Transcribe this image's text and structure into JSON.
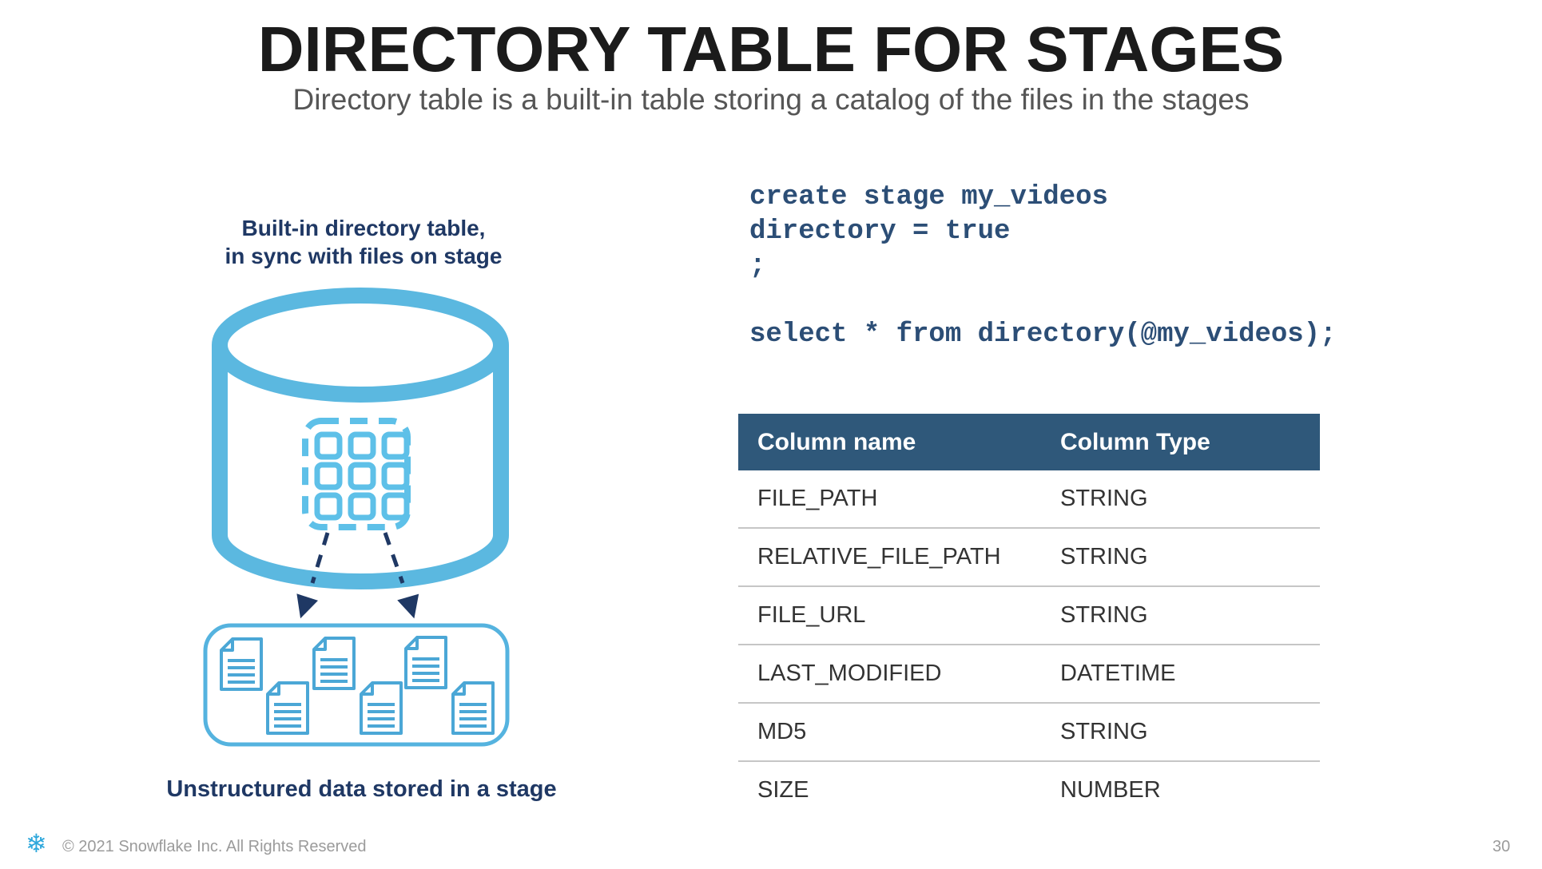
{
  "slide": {
    "title": "DIRECTORY TABLE FOR STAGES",
    "subtitle": "Directory table is a built-in table storing a catalog of the files in the stages"
  },
  "diagram": {
    "label_line1": "Built-in directory table,",
    "label_line2": "in sync with files on stage",
    "caption": "Unstructured data stored in a stage",
    "icons": [
      "database-cylinder-icon",
      "directory-grid-icon",
      "sync-arrow-icon",
      "stage-files-box",
      "file-document-icon"
    ],
    "colors": {
      "diagram_blue": "#5BB8E0",
      "file_blue": "#4BA7D6",
      "navy": "#1F3864"
    }
  },
  "code": {
    "text": "create stage my_videos\ndirectory = true\n;\n\nselect * from directory(@my_videos);",
    "color": "#2C4E76"
  },
  "table": {
    "headers": [
      "Column name",
      "Column Type"
    ],
    "rows": [
      {
        "name": "FILE_PATH",
        "type": "STRING"
      },
      {
        "name": "RELATIVE_FILE_PATH",
        "type": "STRING"
      },
      {
        "name": "FILE_URL",
        "type": "STRING"
      },
      {
        "name": "LAST_MODIFIED",
        "type": "DATETIME"
      },
      {
        "name": "MD5",
        "type": "STRING"
      },
      {
        "name": "SIZE",
        "type": "NUMBER"
      }
    ],
    "header_bg": "#2F587A"
  },
  "footer": {
    "copyright": "© 2021 Snowflake Inc. All Rights Reserved",
    "page_number": "30",
    "brand_blue": "#29B5E8"
  }
}
